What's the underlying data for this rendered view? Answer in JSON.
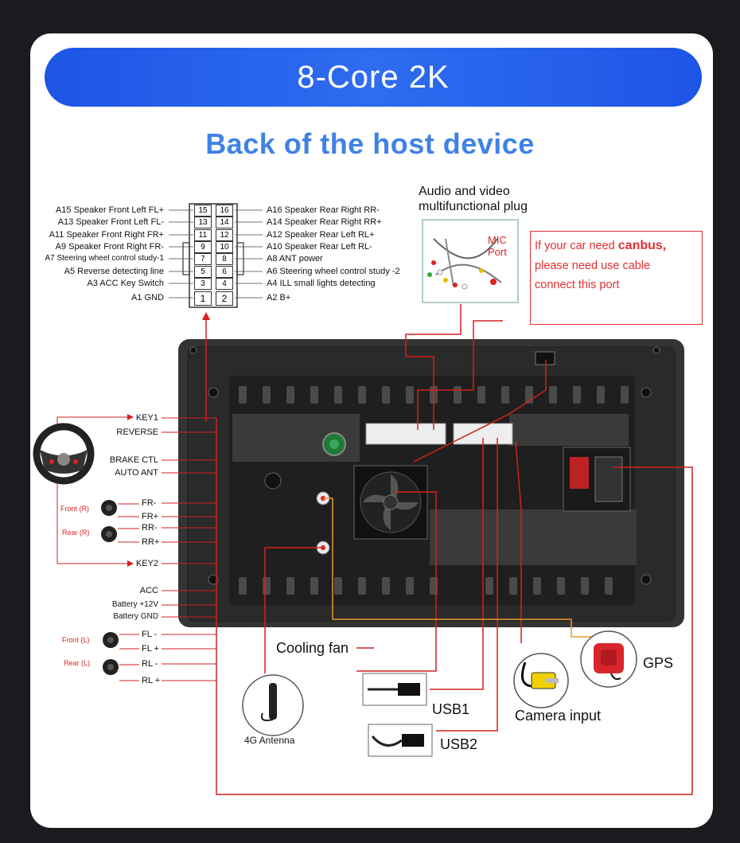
{
  "banner": {
    "title": "8-Core 2K"
  },
  "subtitle": "Back of the host device",
  "pinout": {
    "rows": [
      {
        "left": "A15  Speaker Front Left FL+",
        "p1": "15",
        "p2": "16",
        "right": "A16 Speaker Rear Right RR-"
      },
      {
        "left": "A13  Speaker Front Left FL-",
        "p1": "13",
        "p2": "14",
        "right": "A14 Speaker Rear Right RR+"
      },
      {
        "left": "A11  Speaker Front Right FR+",
        "p1": "11",
        "p2": "12",
        "right": "A12 Speaker Rear Left RL+"
      },
      {
        "left": "A9   Speaker Front Right FR-",
        "p1": "9",
        "p2": "10",
        "right": "A10 Speaker Rear Left RL-"
      },
      {
        "left": "A7  Steering wheel control study-1",
        "p1": "7",
        "p2": "8",
        "right": "A8  ANT power"
      },
      {
        "left": "A5   Reverse detecting line",
        "p1": "5",
        "p2": "6",
        "right": "A6  Steering wheel control study -2"
      },
      {
        "left": "A3 ACC Key Switch",
        "p1": "3",
        "p2": "4",
        "right": "A4  ILL small lights detecting"
      },
      {
        "left": "A1 GND",
        "p1": "1",
        "p2": "2",
        "right": "A2  B+"
      }
    ]
  },
  "av_plug": {
    "line1": "Audio and video",
    "line2": "multifunctional plug",
    "mic1": "MIC",
    "mic2": "Port"
  },
  "canbus": {
    "l1a": "If your car need ",
    "l1b": "canbus,",
    "l2": "please need use cable",
    "l3": "connect this port"
  },
  "left_labels": {
    "key1": "KEY1",
    "reverse": "REVERSE",
    "brake": "BRAKE CTL",
    "auto_ant": "AUTO ANT",
    "fr_minus": "FR-",
    "fr_plus": "FR+",
    "rr_minus": "RR-",
    "rr_plus": "RR+",
    "key2": "KEY2",
    "acc": "ACC",
    "battery12": "Battery +12V",
    "battery_gnd": "Battery GND",
    "fl_minus": "FL -",
    "fl_plus": "FL +",
    "rl_minus": "RL -",
    "rl_plus": "RL +",
    "front_r": "Front (R)",
    "rear_r": "Rear (R)",
    "front_l": "Front (L)",
    "rear_l": "Rear (L)"
  },
  "components": {
    "cooling_fan": "Cooling fan",
    "antenna": "4G Antenna",
    "usb1": "USB1",
    "usb2": "USB2",
    "camera": "Camera input",
    "gps": "GPS"
  },
  "colors": {
    "accent": "#2f6cf0",
    "wire": "#d42020",
    "wire_orange": "#e89a2a",
    "device": "#2b2b2b"
  }
}
